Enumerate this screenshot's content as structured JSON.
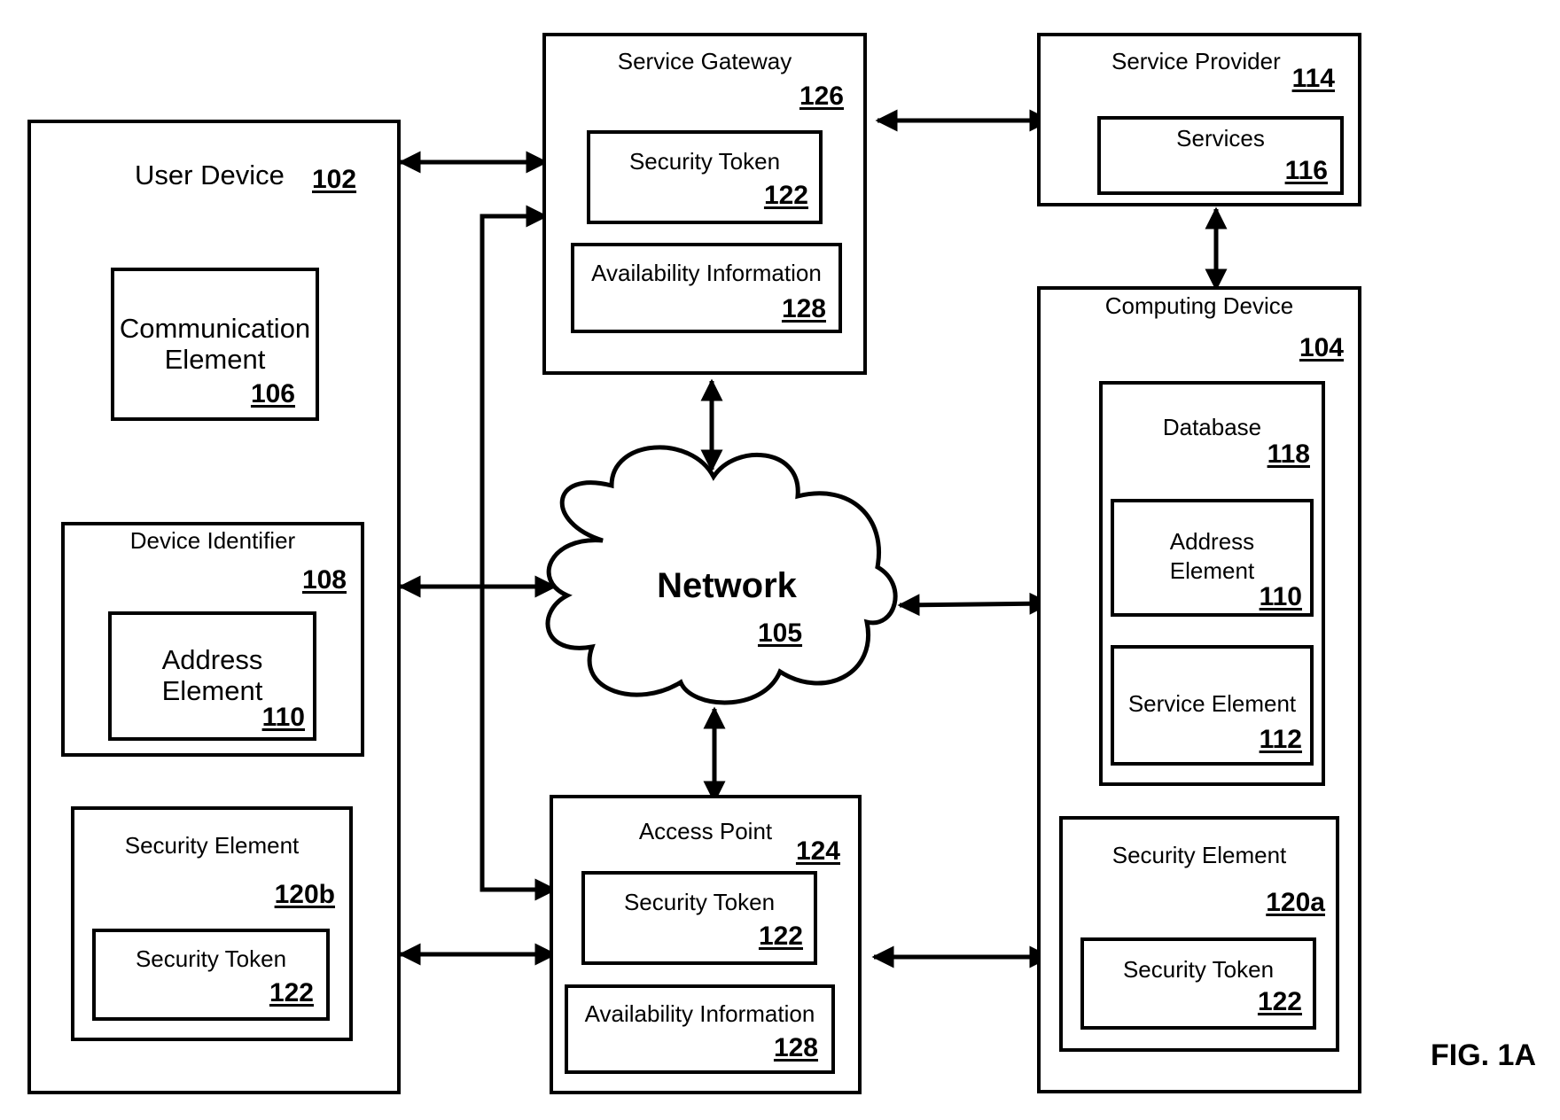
{
  "figure_label": "FIG. 1A",
  "network": {
    "label": "Network",
    "ref": "105"
  },
  "user_device": {
    "label": "User Device",
    "ref": "102",
    "communication_element": {
      "label_line1": "Communication",
      "label_line2": "Element",
      "ref": "106"
    },
    "device_identifier": {
      "label": "Device Identifier",
      "ref": "108",
      "address_element": {
        "label_line1": "Address",
        "label_line2": "Element",
        "ref": "110"
      }
    },
    "security_element": {
      "label": "Security Element",
      "ref": "120b",
      "security_token": {
        "label": "Security Token",
        "ref": "122"
      }
    }
  },
  "service_gateway": {
    "label": "Service Gateway",
    "ref": "126",
    "security_token": {
      "label": "Security Token",
      "ref": "122"
    },
    "availability_information": {
      "label": "Availability Information",
      "ref": "128"
    }
  },
  "access_point": {
    "label": "Access Point",
    "ref": "124",
    "security_token": {
      "label": "Security Token",
      "ref": "122"
    },
    "availability_information": {
      "label": "Availability Information",
      "ref": "128"
    }
  },
  "service_provider": {
    "label": "Service Provider",
    "ref": "114",
    "services": {
      "label": "Services",
      "ref": "116"
    }
  },
  "computing_device": {
    "label": "Computing Device",
    "ref": "104",
    "database": {
      "label": "Database",
      "ref": "118",
      "address_element": {
        "label_line1": "Address",
        "label_line2": "Element",
        "ref": "110"
      },
      "service_element": {
        "label": "Service Element",
        "ref": "112"
      }
    },
    "security_element": {
      "label": "Security Element",
      "ref": "120a",
      "security_token": {
        "label": "Security Token",
        "ref": "122"
      }
    }
  }
}
